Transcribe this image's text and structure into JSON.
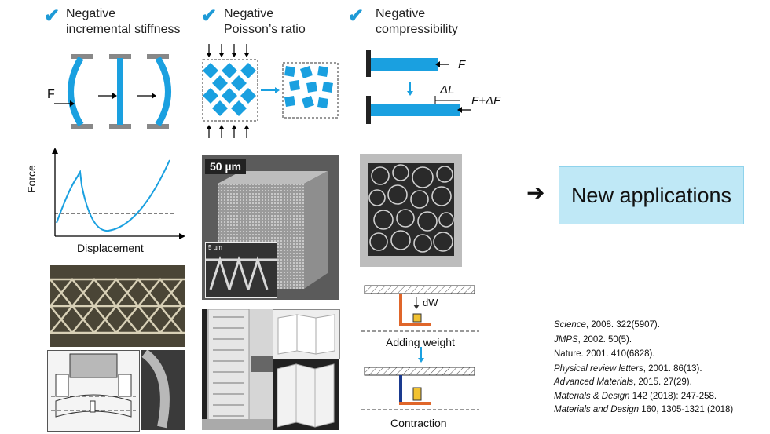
{
  "headings": [
    {
      "line1": "Negative",
      "line2": "incremental stiffness"
    },
    {
      "line1": "Negative",
      "line2": "Poisson’s ratio"
    },
    {
      "line1": "Negative",
      "line2": "compressibility"
    }
  ],
  "stiffness_diagram": {
    "force_label": "F"
  },
  "compress_diagram": {
    "force_top": "F",
    "delta_l": "ΔL",
    "force_bottom": "F+ΔF"
  },
  "force_plot": {
    "ylabel": "Force",
    "xlabel": "Displacement"
  },
  "sem_image": {
    "scale_main": "50 µm",
    "scale_inset": "5 µm"
  },
  "weight_diagram": {
    "dw_label": "dW",
    "caption_top": "Adding weight",
    "caption_bottom": "Contraction"
  },
  "new_applications": "New applications",
  "references": [
    {
      "journal": "Science",
      "rest": ", 2008. 322(5907).",
      "italic": true
    },
    {
      "journal": "JMPS",
      "rest": ", 2002. 50(5).",
      "italic": true
    },
    {
      "journal": "Nature",
      "rest": ". 2001. 410(6828).",
      "italic": false
    },
    {
      "journal": "Physical review letters",
      "rest": ", 2001. 86(13).",
      "italic": true
    },
    {
      "journal": "Advanced Materials",
      "rest": ", 2015. 27(29).",
      "italic": true
    },
    {
      "journal": "Materials & Design",
      "rest": " 142 (2018): 247-258.",
      "italic": true
    },
    {
      "journal": "Materials and Design",
      "rest": " 160, 1305-1321 (2018)",
      "italic": true
    }
  ],
  "colors": {
    "accent": "#1e9ad6",
    "bar": "#1aa0e0",
    "box": "#bfe8f6"
  }
}
